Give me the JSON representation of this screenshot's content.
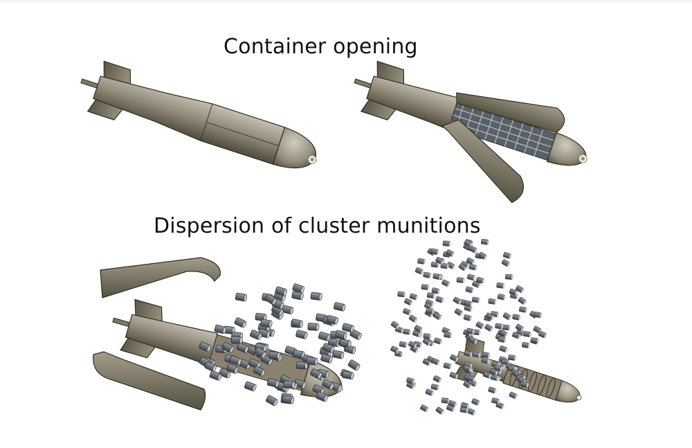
{
  "diagram": {
    "headings": {
      "container_opening": "Container opening",
      "dispersion": "Dispersion of cluster munitions"
    },
    "panels": [
      {
        "id": "closed-bomb",
        "description": "Intact cluster bomb container"
      },
      {
        "id": "opening-bomb",
        "description": "Container shell splitting open, submunitions visible"
      },
      {
        "id": "dispersing-bomb",
        "description": "Shell halves separated, submunitions scattering"
      },
      {
        "id": "dispersed-bomb",
        "description": "Submunitions fully dispersed around remaining body"
      }
    ],
    "colors": {
      "body": "#8a8574",
      "body_dark": "#4e4a3c",
      "body_light": "#b9b5a6",
      "submunition": "#6f747a",
      "submunition_dark": "#3c4046",
      "outline": "#2e2b22"
    }
  }
}
